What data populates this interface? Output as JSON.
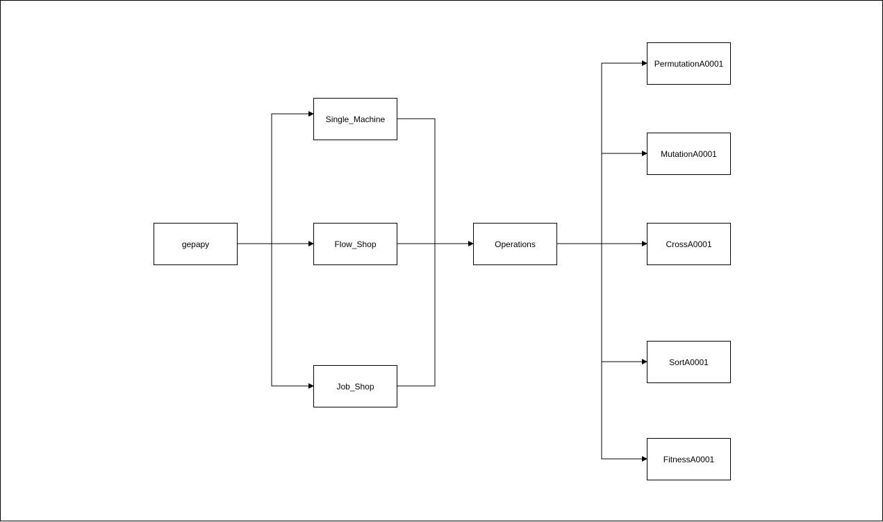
{
  "diagram": {
    "nodes": {
      "gepapy": "gepapy",
      "single_machine": "Single_Machine",
      "flow_shop": "Flow_Shop",
      "job_shop": "Job_Shop",
      "operations": "Operations",
      "permutation": "PermutationA0001",
      "mutation": "MutationA0001",
      "cross": "CrossA0001",
      "sort": "SortA0001",
      "fitness": "FitnessA0001"
    },
    "edges": [
      {
        "from": "gepapy",
        "to": "single_machine"
      },
      {
        "from": "gepapy",
        "to": "flow_shop"
      },
      {
        "from": "gepapy",
        "to": "job_shop"
      },
      {
        "from": "single_machine",
        "to": "operations"
      },
      {
        "from": "flow_shop",
        "to": "operations"
      },
      {
        "from": "job_shop",
        "to": "operations"
      },
      {
        "from": "operations",
        "to": "permutation"
      },
      {
        "from": "operations",
        "to": "mutation"
      },
      {
        "from": "operations",
        "to": "cross"
      },
      {
        "from": "operations",
        "to": "sort"
      },
      {
        "from": "operations",
        "to": "fitness"
      }
    ],
    "colors": {
      "stroke": "#000000",
      "fill": "#ffffff"
    }
  }
}
